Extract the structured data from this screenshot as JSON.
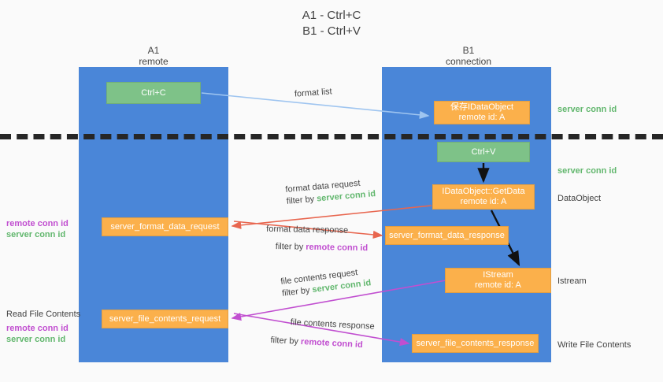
{
  "title": "A1 - Ctrl+C\nB1 - Ctrl+V",
  "colors": {
    "lane": "#4a86d8",
    "green_box": "#7ec288",
    "orange_box": "#fbb04b",
    "server_conn_id": "#62b76e",
    "remote_conn_id": "#c14fd0",
    "background": "#fafafa",
    "separator": "#262626",
    "arrow_blue": "#9fc5f0",
    "arrow_red": "#e8664f",
    "arrow_magenta": "#c14fd0",
    "arrow_black": "#111111"
  },
  "columns": [
    {
      "id": "a1",
      "title": "A1",
      "subtitle": "remote"
    },
    {
      "id": "b1",
      "title": "B1",
      "subtitle": "connection"
    }
  ],
  "boxes": {
    "ctrl_c": "Ctrl+C",
    "ctrl_v": "Ctrl+V",
    "save_idataobject": "保存IDataObject\nremote id: A",
    "get_data": "IDataObject::GetData\nremote id: A",
    "istream": "IStream\nremote id: A",
    "server_format_data_request": "server_format_data_request",
    "server_format_data_response": "server_format_data_response",
    "server_file_contents_request": "server_file_contents_request",
    "server_file_contents_response": "server_file_contents_response"
  },
  "edge_labels": {
    "format_list": "format list",
    "format_data_request": "format data request",
    "format_data_request_filter_prefix": "filter by ",
    "format_data_request_filter_value": "server conn id",
    "format_data_response": "format data response",
    "format_data_response_filter_prefix": "filter by ",
    "format_data_response_filter_value": "remote conn id",
    "file_contents_request": "file contents request",
    "file_contents_request_filter_prefix": "filter by ",
    "file_contents_request_filter_value": "server conn id",
    "file_contents_response": "file contents response",
    "file_contents_response_filter_prefix": "filter by ",
    "file_contents_response_filter_value": "remote conn id"
  },
  "annotations": {
    "right_server_conn_id_1": "server conn id",
    "right_server_conn_id_2": "server conn id",
    "right_dataobject": "DataObject",
    "right_istream": "Istream",
    "right_write_file_contents": "Write File Contents",
    "left_remote_conn_id_1": "remote conn id",
    "left_server_conn_id_1": "server conn id",
    "left_read_file_contents": "Read File Contents",
    "left_remote_conn_id_2": "remote conn id",
    "left_server_conn_id_2": "server conn id"
  }
}
